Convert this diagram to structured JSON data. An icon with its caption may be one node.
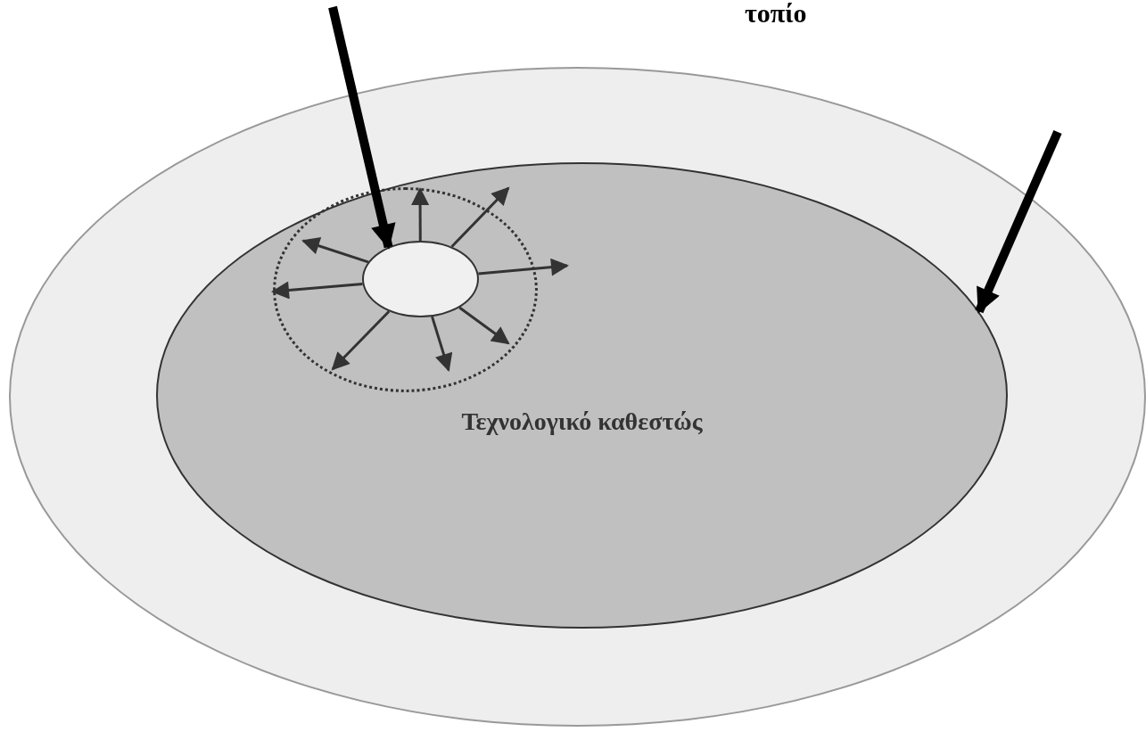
{
  "diagram": {
    "nodes": [
      {
        "text": [],
        "shape": "ellipse"
      },
      {
        "text": [
          "Τεχνολογικό καθεστώς"
        ],
        "in": 0
      },
      {
        "text": [],
        "shape": "ellipse",
        "in": 1
      },
      {
        "text": [],
        "shape": "ellipse",
        "in": 2
      }
    ],
    "edges": [
      {
        "from": null,
        "to": 3,
        "arrow": "to",
        "style": "thick",
        "color": "#000000"
      },
      {
        "from": null,
        "to": 1,
        "arrow": "to",
        "style": "thick",
        "color": "#000000"
      },
      {
        "from": 3,
        "to": null,
        "arrow": "to"
      },
      {
        "from": 3,
        "to": null,
        "arrow": "to"
      },
      {
        "from": 3,
        "to": null,
        "arrow": "to"
      },
      {
        "from": 3,
        "to": null,
        "arrow": "to"
      },
      {
        "from": 3,
        "to": null,
        "arrow": "to"
      },
      {
        "from": 3,
        "to": null,
        "arrow": "to"
      },
      {
        "from": 3,
        "to": null,
        "arrow": "to"
      },
      {
        "from": 3,
        "to": null,
        "arrow": "to"
      }
    ],
    "labels": [
      "τοπίο"
    ]
  }
}
